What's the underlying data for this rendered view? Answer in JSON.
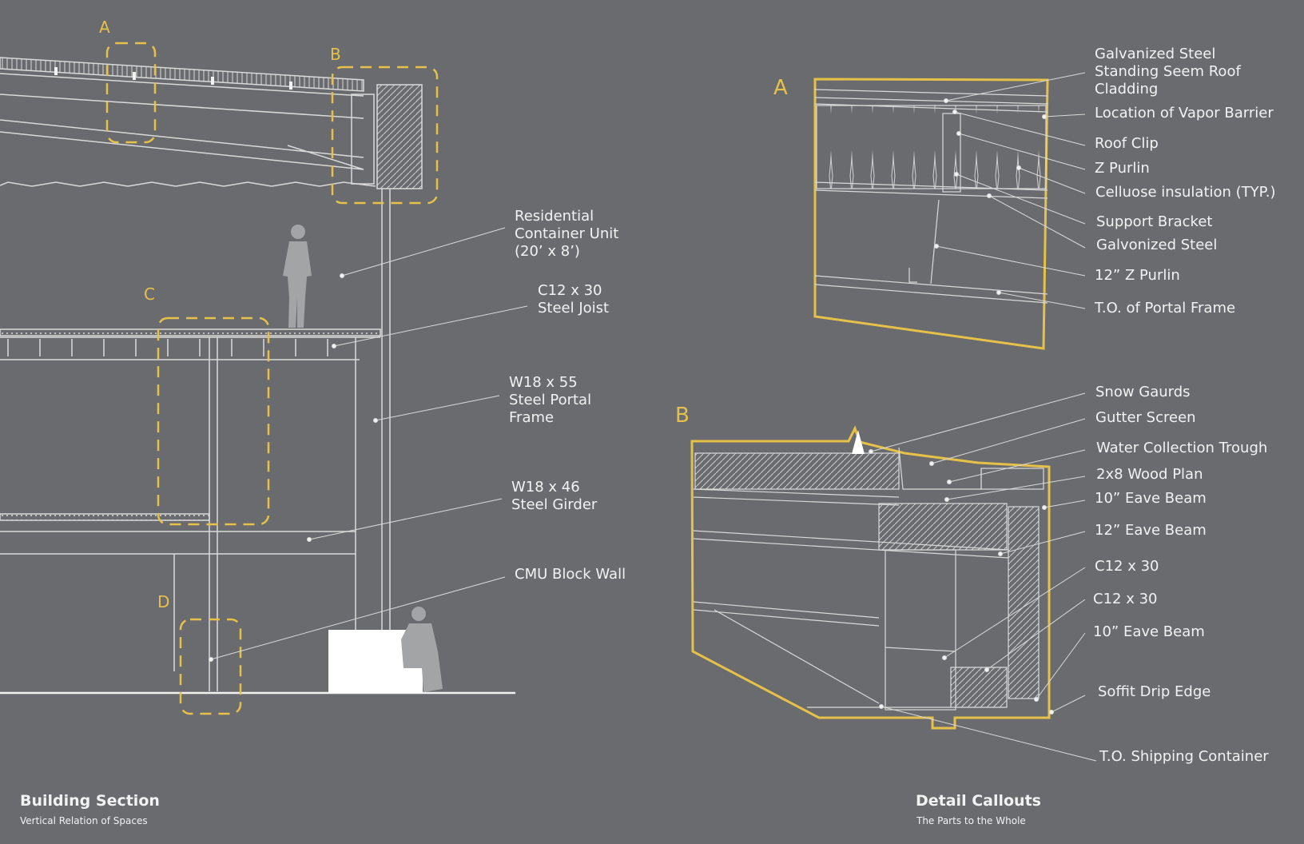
{
  "colors": {
    "background": "#6a6b6e",
    "line": "#d9d9d9",
    "accent": "#e6c14a",
    "figure": "#a3a4a6",
    "label": "#f2f2f2"
  },
  "section_callouts": {
    "a": "A",
    "b": "B",
    "c": "C",
    "d": "D"
  },
  "section_labels": {
    "residential": [
      "Residential",
      "Container Unit",
      "(20’ x 8’)"
    ],
    "joist": [
      "C12 x 30",
      "Steel Joist"
    ],
    "portal": [
      "W18 x 55",
      "Steel Portal",
      "Frame"
    ],
    "girder": [
      "W18 x 46",
      "Steel Girder"
    ],
    "cmu": [
      "CMU Block Wall"
    ]
  },
  "detail_a": {
    "letter": "A",
    "labels": {
      "cladding": [
        "Galvanized Steel",
        "Standing Seem Roof",
        "Cladding"
      ],
      "vapor": "Location of Vapor Barrier",
      "roof_clip": "Roof Clip",
      "z_purlin": "Z Purlin",
      "insulation": "Celluose insulation (TYP.)",
      "bracket": "Support Bracket",
      "galv_steel": "Galvonized Steel",
      "z_purlin_12": "12” Z Purlin",
      "portal_top": "T.O. of Portal Frame"
    }
  },
  "detail_b": {
    "letter": "B",
    "labels": {
      "snow": "Snow Gaurds",
      "gutter": "Gutter Screen",
      "trough": "Water Collection Trough",
      "wood": "2x8 Wood Plan",
      "eave10a": "10” Eave Beam",
      "eave12": "12” Eave Beam",
      "c12a": "C12 x 30",
      "c12b": "C12 x 30",
      "eave10b": "10” Eave Beam",
      "drip": "Soffit Drip Edge",
      "container_top": "T.O. Shipping Container"
    }
  },
  "captions": {
    "left_title": "Building Section",
    "left_sub": "Vertical Relation of Spaces",
    "right_title": "Detail Callouts",
    "right_sub": "The Parts to the Whole"
  }
}
